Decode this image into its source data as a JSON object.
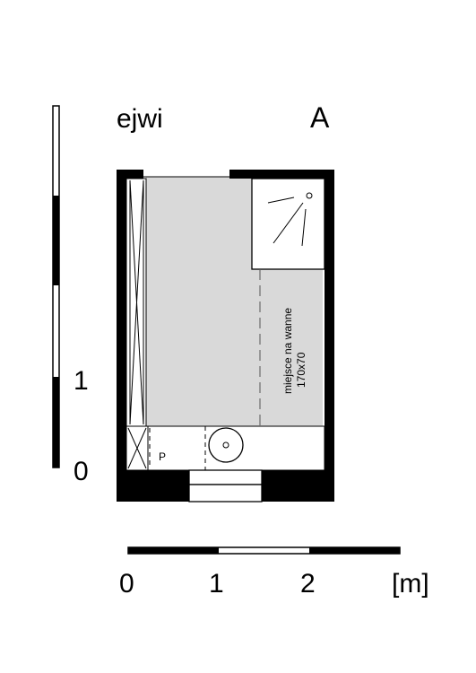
{
  "header": {
    "left_text": "ejwi",
    "right_text": "A"
  },
  "plan": {
    "bath_note_line1": "miejsce na wanne",
    "bath_note_line2": "170x70",
    "fixture_label": "P"
  },
  "vertical_scale": {
    "labels": [
      "1",
      "0"
    ]
  },
  "horizontal_scale": {
    "labels": [
      "0",
      "1",
      "2"
    ],
    "unit": "[m]"
  },
  "colors": {
    "wall": "#000000",
    "floor_shade": "#d9d9d9",
    "background": "#ffffff"
  }
}
